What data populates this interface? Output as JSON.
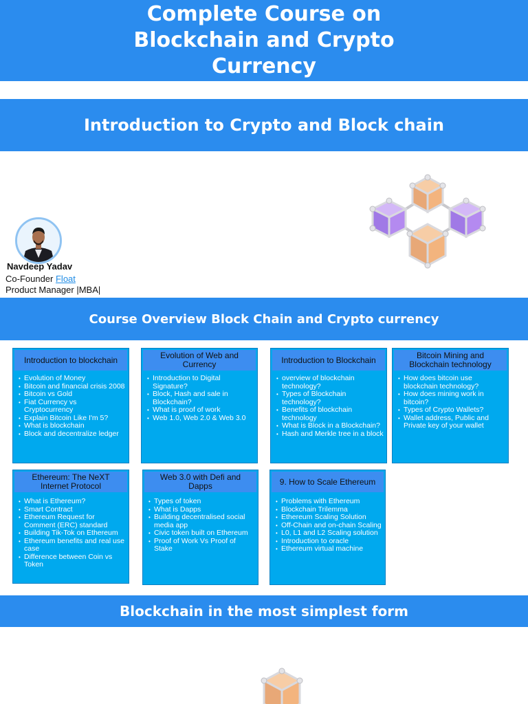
{
  "header": {
    "title": "Complete Course on Blockchain and Crypto Currency",
    "subtitle": "Introduction to Crypto and Block chain"
  },
  "author": {
    "name": "Navdeep Yadav",
    "role_prefix": "Co-Founder ",
    "company": "Float",
    "title": "Product Manager |MBA|"
  },
  "overview_title": "Course Overview Block Chain and Crypto currency",
  "cards": [
    {
      "heading": "Introduction to blockchain",
      "items": [
        "Evolution of Money",
        "Bitcoin and financial crisis 2008",
        "Bitcoin vs Gold",
        "Fiat Currency vs Cryptocurrency",
        "Explain Bitcoin Like I'm 5?",
        "What is blockchain",
        "Block and decentralize ledger"
      ]
    },
    {
      "heading": "Evolution of Web and Currency",
      "items": [
        "Introduction to Digital Signature?",
        "Block, Hash and sale in Blockchain?",
        "What is proof of work",
        "Web 1.0, Web 2.0 & Web 3.0"
      ]
    },
    {
      "heading": "Introduction to Blockchain",
      "items": [
        "overview of blockchain technology?",
        "Types of Blockchain technology?",
        "Benefits of blockchain technology",
        "What is Block in a Blockchain?",
        "Hash and Merkle tree in a block"
      ]
    },
    {
      "heading": "Bitcoin Mining and Blockchain technology",
      "items": [
        "How does bitcoin use blockchain technology?",
        "How does mining work in bitcoin?",
        "Types of Crypto Wallets?",
        "Wallet address, Public and Private key of your wallet"
      ]
    },
    {
      "heading": "Ethereum: The NeXT Internet Protocol",
      "items": [
        "What is Ethereum?",
        "Smart Contract",
        "Ethereum Request for Comment (ERC) standard",
        "Building Tik-Tok on Ethereum",
        "Ethereum benefits and real use case",
        "Difference between Coin vs Token"
      ]
    },
    {
      "heading": "Web 3.0 with Defi and Dapps",
      "items": [
        " Types of token",
        "What is Dapps",
        "Building decentralised social media app",
        "Civic token built on Ethereum",
        " Proof of Work Vs Proof of Stake"
      ]
    },
    {
      "heading": "9. How to Scale Ethereum",
      "items": [
        "Problems with Ethereum",
        "Blockchain Trilemma",
        "Ethereum Scaling Solution",
        "Off-Chain and on-chain Scaling",
        "L0, L1 and L2 Scaling solution",
        "Introduction to oracle",
        "Ethereum virtual machine"
      ]
    }
  ],
  "section_title": "Blockchain in the most simplest form",
  "colors": {
    "banner": "#2b8cee",
    "card_body": "#00a9ee",
    "card_head": "#3d8df0",
    "cube_orange": "#f3b47e",
    "cube_purple": "#b48af0"
  },
  "icons": [
    "avatar-photo",
    "blockchain-cubes-icon"
  ]
}
